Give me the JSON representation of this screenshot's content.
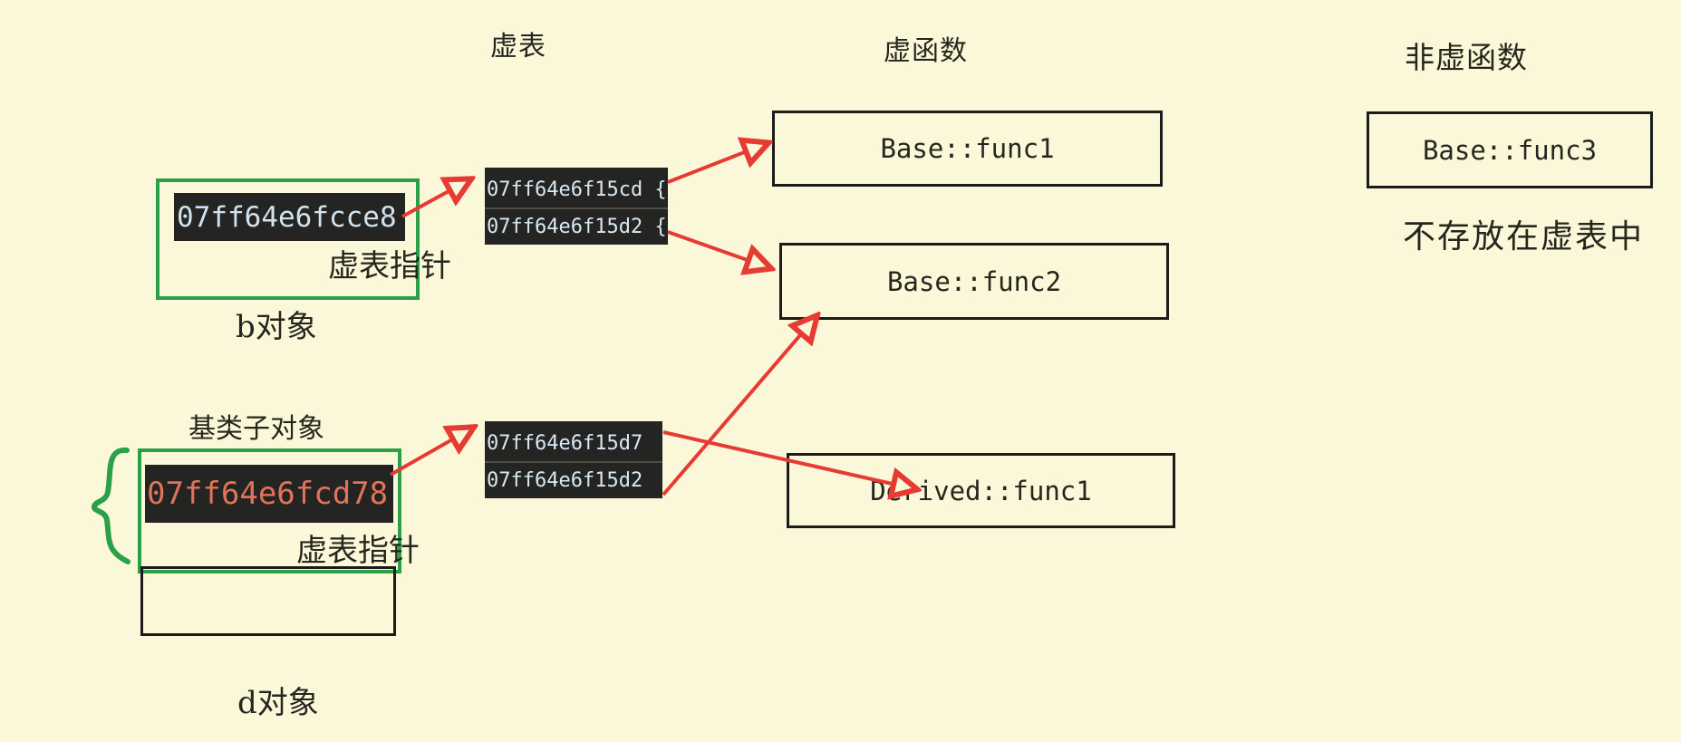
{
  "palette": {
    "background": "#fbf8da",
    "chip_background": "#242422",
    "box_border": "#1b1b1b",
    "highlight_green": "#2aa148",
    "arrow_red": "#e63b32",
    "address_light": "#cfe2ee",
    "address_changed": "#e0735a"
  },
  "headers": {
    "vtable": "虚表",
    "virtual_functions": "虚函数",
    "non_virtual_functions": "非虚函数"
  },
  "b_object": {
    "label": "b对象",
    "address": "07ff64e6fcce8",
    "vptr_label": "虚表指针"
  },
  "d_object": {
    "label": "d对象",
    "base_subobject_label": "基类子对象",
    "address": "07ff64e6fcd78",
    "vptr_label": "虚表指针"
  },
  "vtable_b": {
    "rows": [
      "07ff64e6f15cd {",
      "07ff64e6f15d2 {"
    ]
  },
  "vtable_d": {
    "rows": [
      "07ff64e6f15d7",
      "07ff64e6f15d2"
    ]
  },
  "functions": {
    "base_func1": "Base::func1",
    "base_func2": "Base::func2",
    "derived_func1": "Derived::func1",
    "base_func3": "Base::func3",
    "note": "不存放在虚表中"
  }
}
